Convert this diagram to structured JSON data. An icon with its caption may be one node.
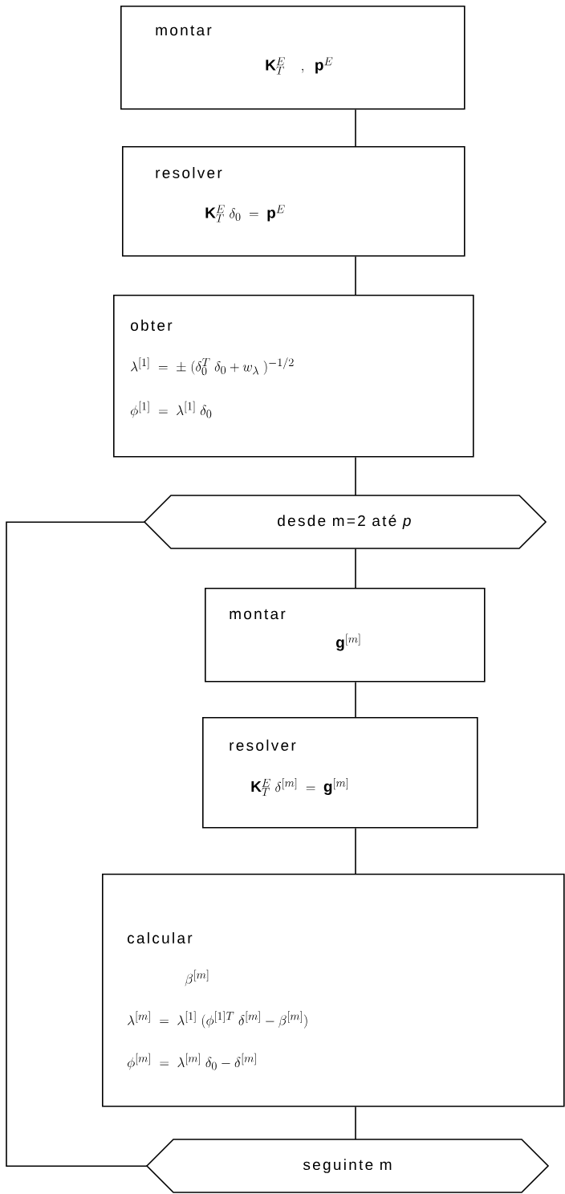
{
  "diagram": {
    "nodes": [
      {
        "text": [
          "montar",
          "\\mathbf{K}^{E}_{T}\\quad,\\;\\; \\mathbf{p}^{E}"
        ]
      },
      {
        "text": [
          "resolver",
          "\\mathbf{K}^{E}_{T}\\;\\delta_{0}\\;=\\;\\mathbf{p}^{E}"
        ]
      },
      {
        "text": [
          "obter",
          "\\lambda^{[1]}\\;=\\;\\pm\\;(\\delta_{0}^{T}\\;\\delta_{0}+w_{\\lambda}\\;)^{-1/2}",
          "\\phi^{[1]}\\;=\\;\\lambda^{[1]}\\;\\delta_{0}"
        ]
      },
      {
        "text": [
          "desde m=2 até *p*"
        ]
      },
      {
        "text": [
          "montar",
          "\\mathbf{g}^{[m]}"
        ]
      },
      {
        "text": [
          "resolver",
          "\\mathbf{K}^{E}_{T}\\;\\delta^{[m]}\\;=\\;\\mathbf{g}^{[m]}"
        ]
      },
      {
        "text": [
          "calcular",
          "\\beta^{[m]}",
          "\\lambda^{[m]}\\;=\\;\\lambda^{[1]}\\;(\\phi^{[1]T}\\;\\delta^{[m]}-\\beta^{[m]})",
          "\\phi^{[m]}\\;=\\;\\lambda^{[m]}\\;\\delta_{0}-\\delta^{[m]}"
        ]
      },
      {
        "text": [
          "seguinte m"
        ]
      }
    ],
    "edges": [
      {
        "from": 0,
        "to": 1,
        "arrow": "none"
      },
      {
        "from": 1,
        "to": 2,
        "arrow": "none"
      },
      {
        "from": 2,
        "to": 3,
        "arrow": "none"
      },
      {
        "from": 3,
        "to": 4,
        "arrow": "none"
      },
      {
        "from": 4,
        "to": 5,
        "arrow": "none"
      },
      {
        "from": 5,
        "to": 6,
        "arrow": "none"
      },
      {
        "from": 6,
        "to": 7,
        "arrow": "none"
      },
      {
        "from": 7,
        "to": 3,
        "arrow": "none"
      }
    ]
  }
}
